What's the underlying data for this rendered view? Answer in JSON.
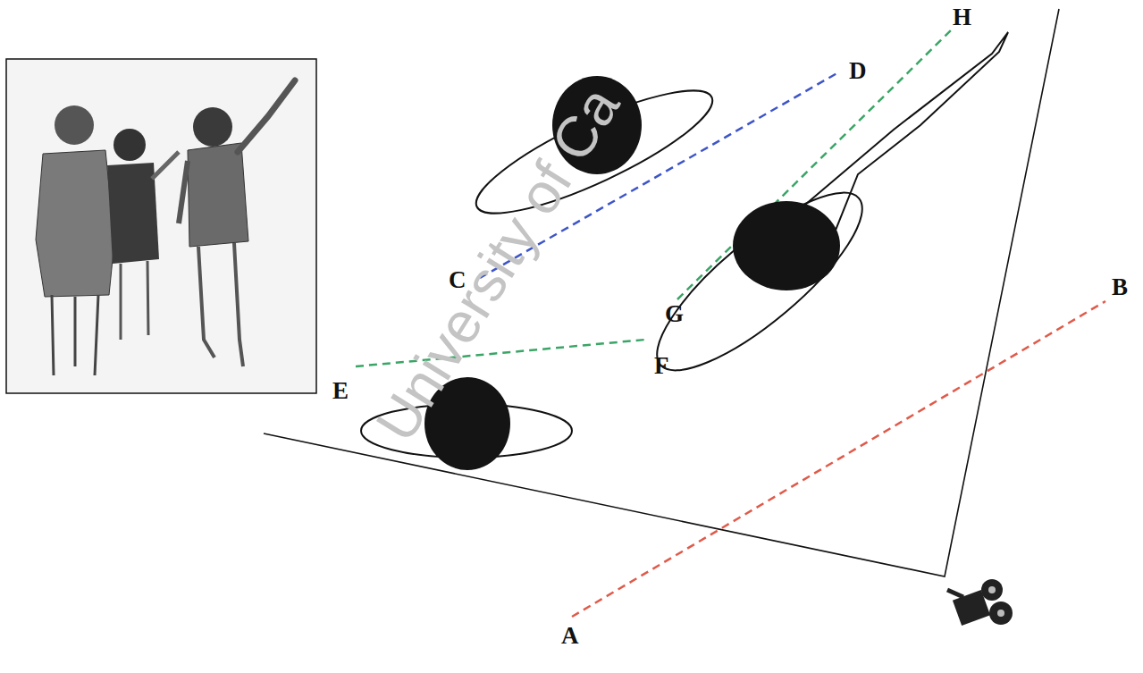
{
  "diagram": {
    "labels": [
      "University of Ca",
      "A",
      "B",
      "C",
      "D",
      "E",
      "F",
      "G",
      "H"
    ]
  }
}
